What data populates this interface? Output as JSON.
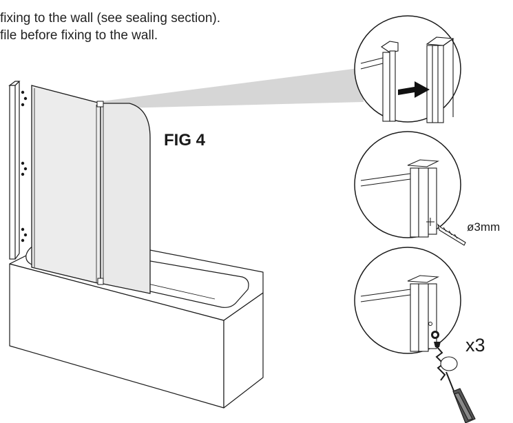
{
  "instructions": {
    "line1": "fixing to the wall (see sealing section).",
    "line2": "file before fixing to the wall."
  },
  "figure": {
    "label": "FIG 4"
  },
  "details": {
    "drill_size": "ø3mm",
    "quantity": "x3"
  },
  "colors": {
    "line": "#1a1a1a",
    "glass": "#eeeeee",
    "zoom_beam": "#cfcfcf",
    "arrow": "#111111"
  }
}
